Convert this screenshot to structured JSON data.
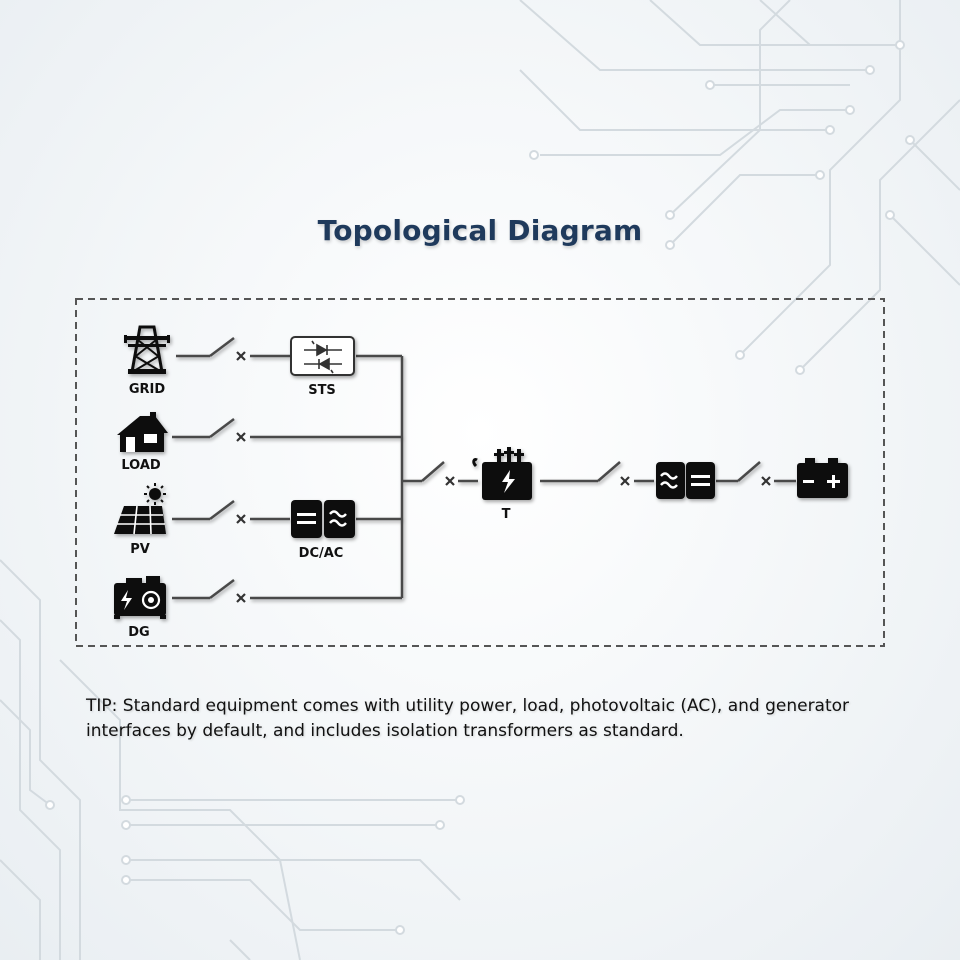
{
  "title": "Topological Diagram",
  "sources": [
    {
      "key": "grid",
      "label": "GRID",
      "icon": "power-tower-icon"
    },
    {
      "key": "load",
      "label": "LOAD",
      "icon": "house-icon"
    },
    {
      "key": "pv",
      "label": "PV",
      "icon": "solar-panel-icon"
    },
    {
      "key": "dg",
      "label": "DG",
      "icon": "generator-icon"
    }
  ],
  "devices": {
    "sts": {
      "label": "STS",
      "icon": "static-transfer-switch-icon"
    },
    "dcac": {
      "label": "DC/AC",
      "icon": "inverter-icon"
    },
    "transformer": {
      "label": "T",
      "icon": "transformer-icon"
    },
    "pcs": {
      "icon": "ac-dc-converter-icon"
    },
    "battery": {
      "icon": "battery-icon"
    }
  },
  "tip": "TIP: Standard equipment comes with utility power, load, photovoltaic (AC), and generator interfaces by default, and includes isolation transformers as standard.",
  "colors": {
    "title": "#1f3a5c",
    "line": "#444444",
    "icon": "#111111",
    "circuit": "#d2d9de"
  }
}
